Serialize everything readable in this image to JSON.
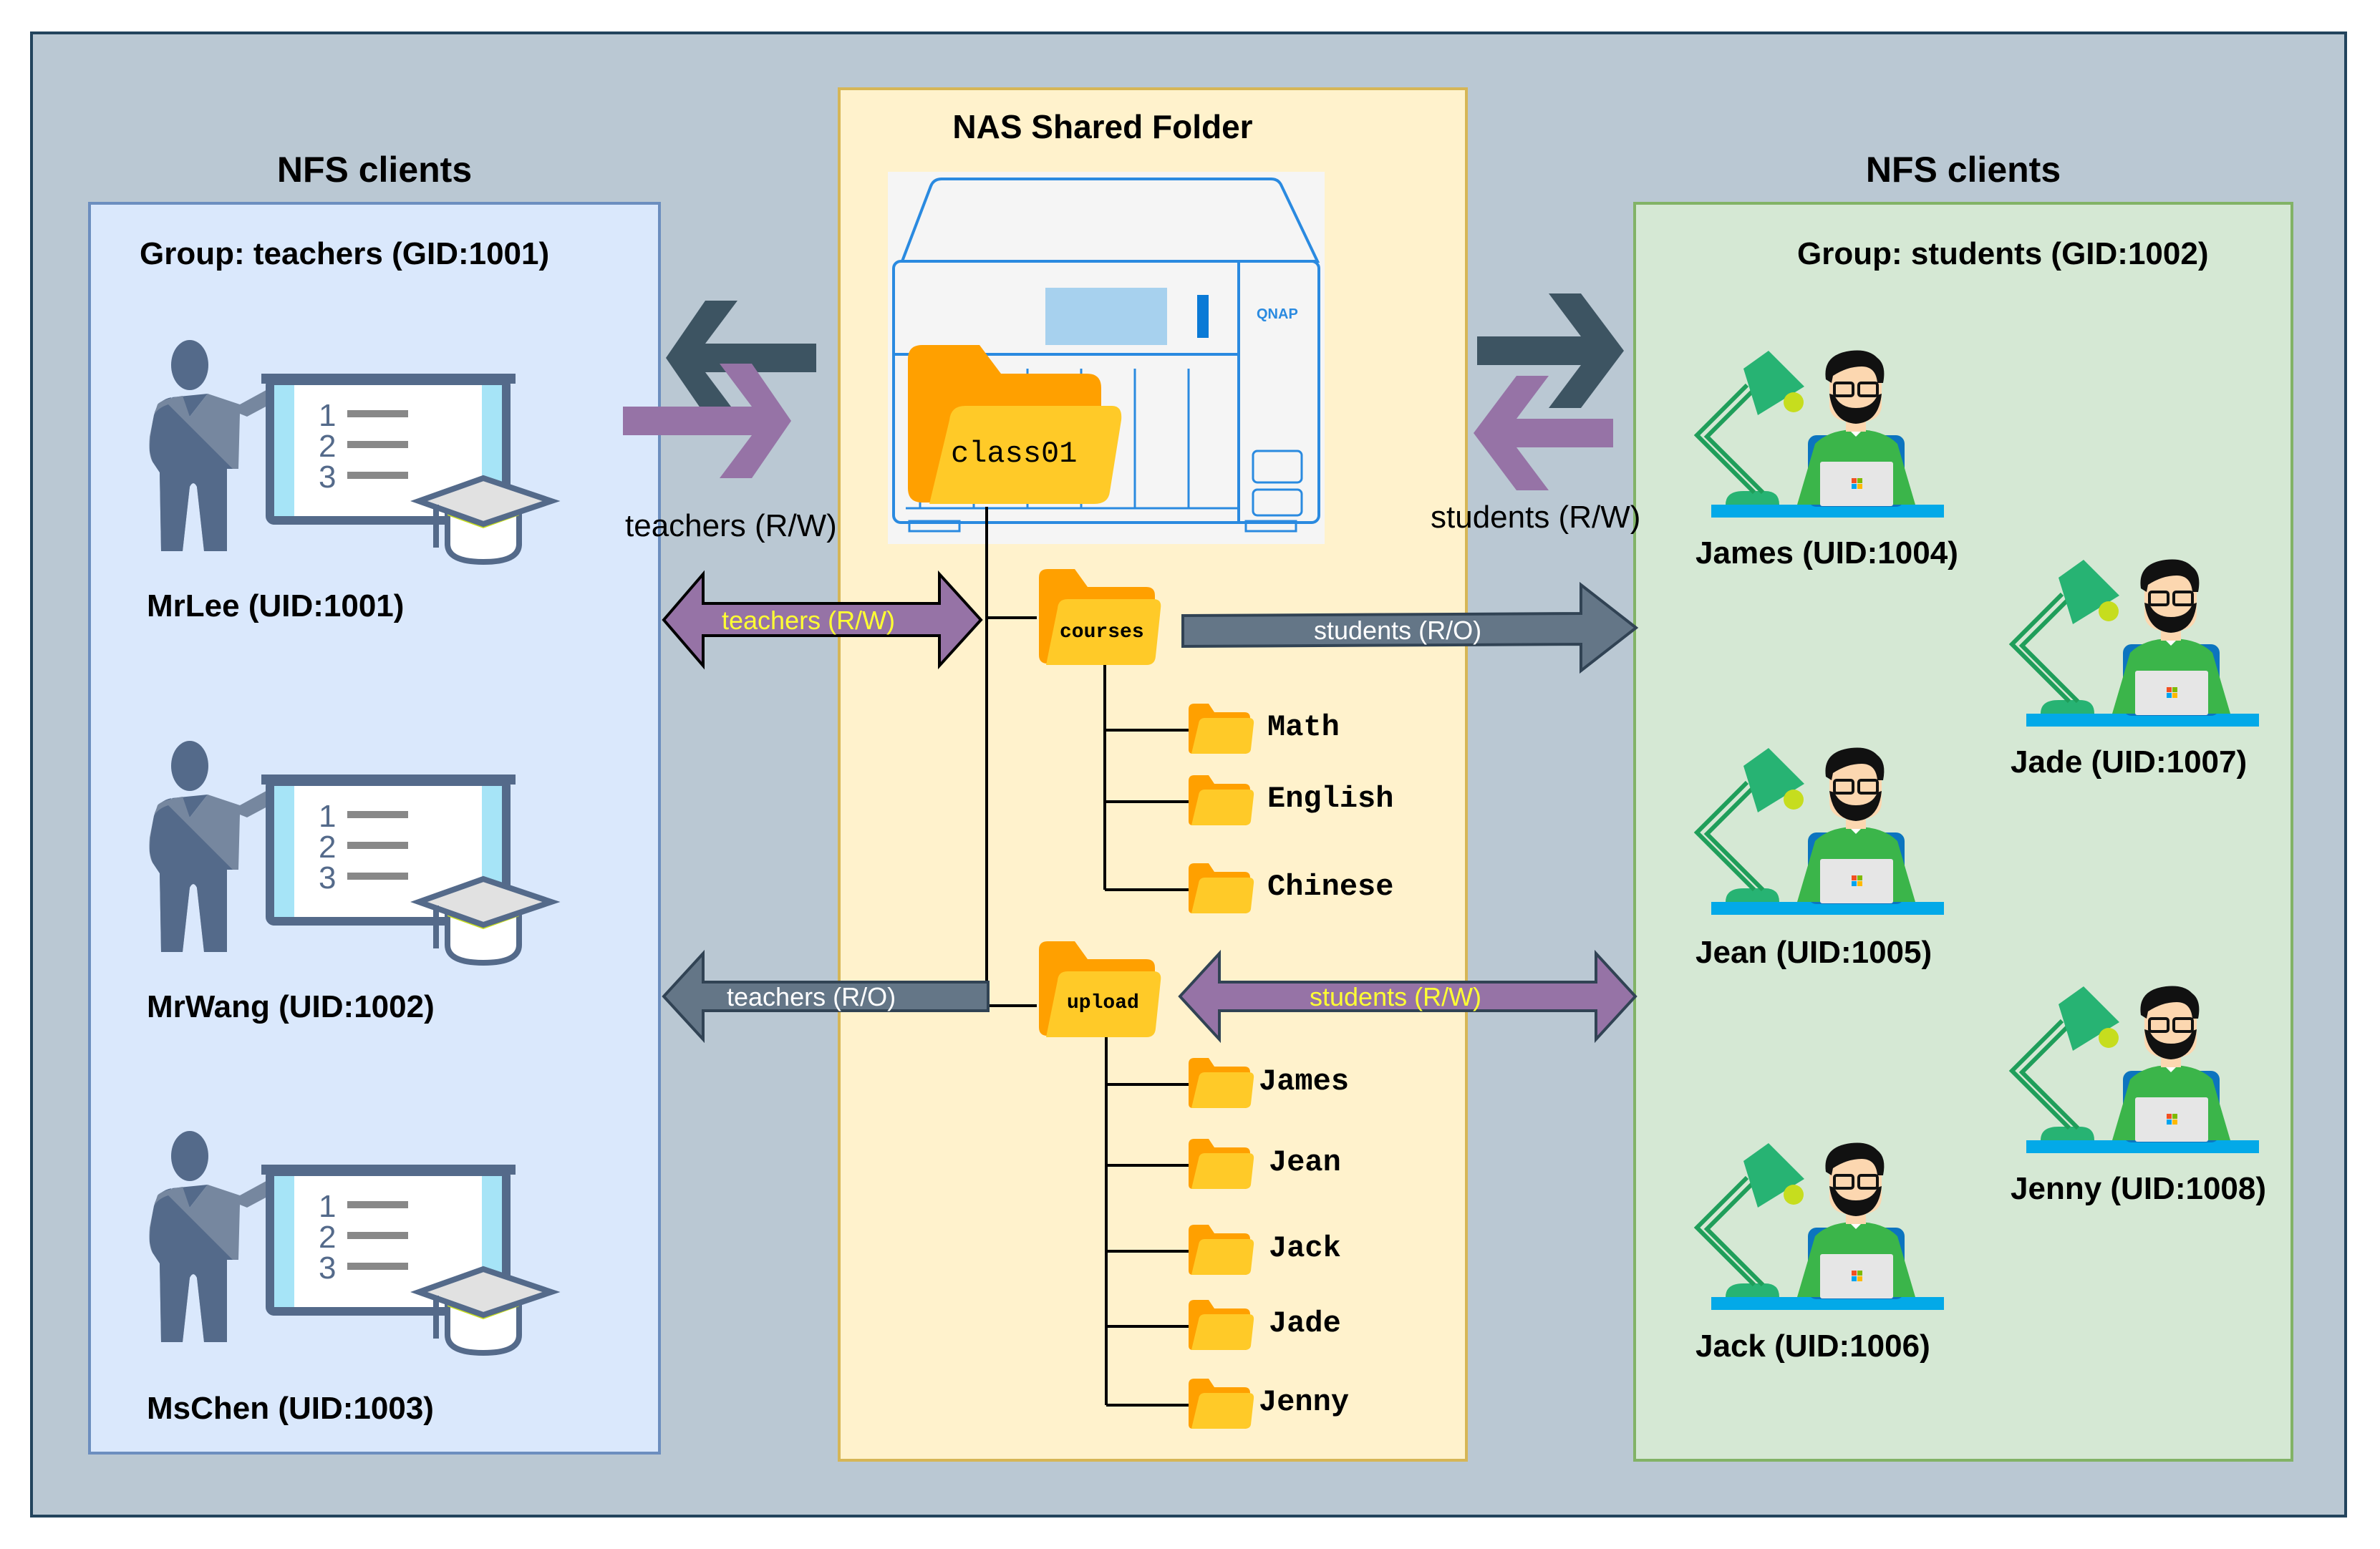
{
  "left_panel": {
    "heading": "NFS clients",
    "group_label": "Group: teachers (GID:1001)",
    "users": [
      {
        "name": "MrLee (UID:1001)"
      },
      {
        "name": "MrWang (UID:1002)"
      },
      {
        "name": "MsChen (UID:1003)"
      }
    ]
  },
  "center_panel": {
    "heading": "NAS Shared Folder",
    "nas_brand": "QNAP",
    "root_folder": "class01",
    "courses": {
      "name": "courses",
      "subfolders": [
        "Math",
        "English",
        "Chinese"
      ]
    },
    "upload": {
      "name": "upload",
      "subfolders": [
        "James",
        "Jean",
        "Jack",
        "Jade",
        "Jenny"
      ]
    }
  },
  "right_panel": {
    "heading": "NFS clients",
    "group_label": "Group: students (GID:1002)",
    "users": [
      {
        "name": "James (UID:1004)"
      },
      {
        "name": "Jade (UID:1007)"
      },
      {
        "name": "Jean (UID:1005)"
      },
      {
        "name": "Jenny (UID:1008)"
      },
      {
        "name": "Jack (UID:1006)"
      }
    ]
  },
  "arrows": {
    "teachers_share": "teachers (R/W)",
    "students_share": "students (R/W)",
    "teachers_courses": "teachers (R/W)",
    "students_courses": "students (R/O)",
    "teachers_upload": "teachers (R/O)",
    "students_upload": "students (R/W)"
  },
  "colors": {
    "outer_bg": "#bac8d3",
    "teacher_bg": "#dae8fc",
    "center_bg": "#fff2cc",
    "student_bg": "#d5e8d4",
    "rw_arrow": "#9673a6",
    "ro_arrow": "#647687",
    "dark_arrow": "#3d5462",
    "rw_text": "#ffff33",
    "folder_back": "#ffa000",
    "folder_front": "#ffca28"
  }
}
